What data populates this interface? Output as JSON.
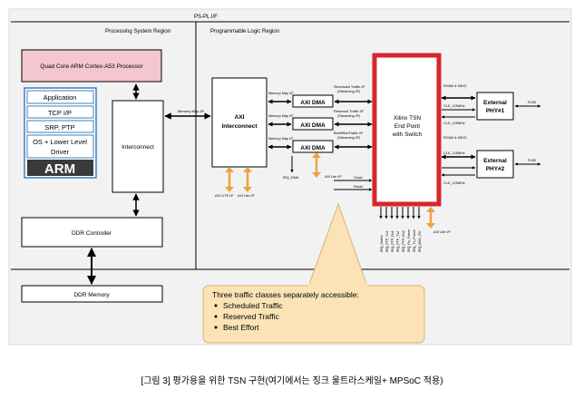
{
  "header": {
    "bus_label": "PS-PL I/F",
    "ps_region": "Processing System Region",
    "pl_region": "Programmable Logic Region"
  },
  "ps": {
    "processor": "Quad Core ARM Cortex-A53 Processor",
    "stack": [
      "Application",
      "TCP I/P",
      "SRP, PTP",
      "OS + Lower Level",
      "Driver"
    ],
    "arm": "ARM",
    "interconnect": "Interconnect",
    "ddr_controller": "DDR Controller",
    "ddr_memory": "DDR Memory"
  },
  "pl": {
    "axi_interconnect": [
      "AXI",
      "Interconnect"
    ],
    "axi_dma": "AXI DMA",
    "tsn": [
      "Xilinx TSN",
      "End Point",
      "with Switch"
    ],
    "phy1": [
      "External",
      "PHY#1"
    ],
    "phy2": [
      "External",
      "PHY#2"
    ]
  },
  "small_labels": {
    "memory_map_if": "Memory Map I/F",
    "memory_map_if_left": "Memory Map I/F",
    "scheduled_traffic": "Scheduled Traffic I/F",
    "reserved_traffic": "Reserved Traffic I/F",
    "best_effort_traffic": "BestEffortTraffic I/F",
    "streaming_if": "(Streaming I/F)",
    "axi_lite": "AXI LITE I/F",
    "axi_lite_2": "AXI Lite I/F",
    "irq_dma": "IRQ_DMA",
    "clock": "Clock",
    "reset": "Reset",
    "rgmii_mdio": "RGMII & MDIO",
    "rgmii_mdio_2": "RGMII & MDIO",
    "clk_125": "CLK_125MHz",
    "clk_125b": "CLK_125MHz",
    "clk_125c": "CLK_125MHz",
    "clk_125d": "CLK_125MHz",
    "rj45": "RJ45",
    "rj45b": "RJ45",
    "irqs": [
      "IRQ_Switch",
      "IRQ_PTP_Tx1",
      "IRQ_PTP_Rx1",
      "IRQ_PTP_Tx2",
      "IRQ_PTP_Rx2",
      "IRQ_Rx_Frame",
      "IRQ_Tx_Frame",
      "IRQ_MAC_RX"
    ]
  },
  "callout": {
    "heading": "Three traffic classes separately accessible:",
    "items": [
      "Scheduled Traffic",
      "Reserved Traffic",
      "Best Effort"
    ]
  },
  "caption": "[그림 3] 평가용을 위한 TSN 구현(여기에서는 징크 울트라스케일+ MPSoC 적용)",
  "colors": {
    "processor_fill": "#f4c6cf",
    "tsn_border": "#d7262d",
    "arm_fill": "#3a3a3a",
    "stack_border": "#3f7fbf",
    "callout_fill": "#fbe3b6",
    "arrow_orange": "#f0a040"
  }
}
